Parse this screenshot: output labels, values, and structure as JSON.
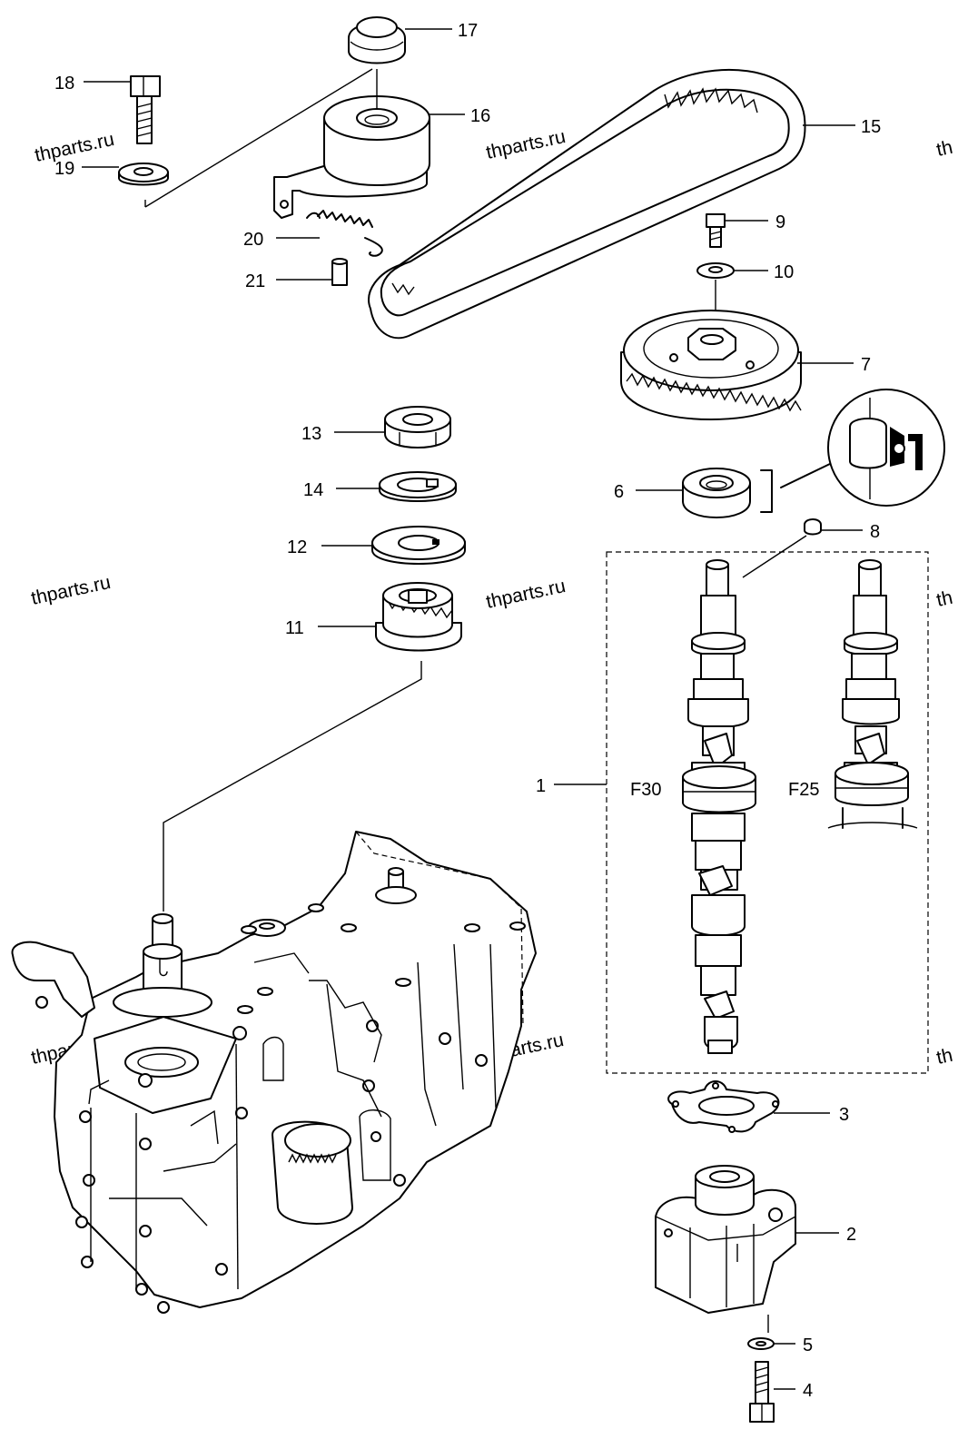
{
  "watermark": "thparts.ru",
  "watermark_partial": "th",
  "variants": {
    "f30": "F30",
    "f25": "F25"
  },
  "callouts": {
    "c1": "1",
    "c2": "2",
    "c3": "3",
    "c4": "4",
    "c5": "5",
    "c6": "6",
    "c7": "7",
    "c8": "8",
    "c9": "9",
    "c10": "10",
    "c11": "11",
    "c12": "12",
    "c13": "13",
    "c14": "14",
    "c15": "15",
    "c16": "16",
    "c17": "17",
    "c18": "18",
    "c19": "19",
    "c20": "20",
    "c21": "21"
  }
}
